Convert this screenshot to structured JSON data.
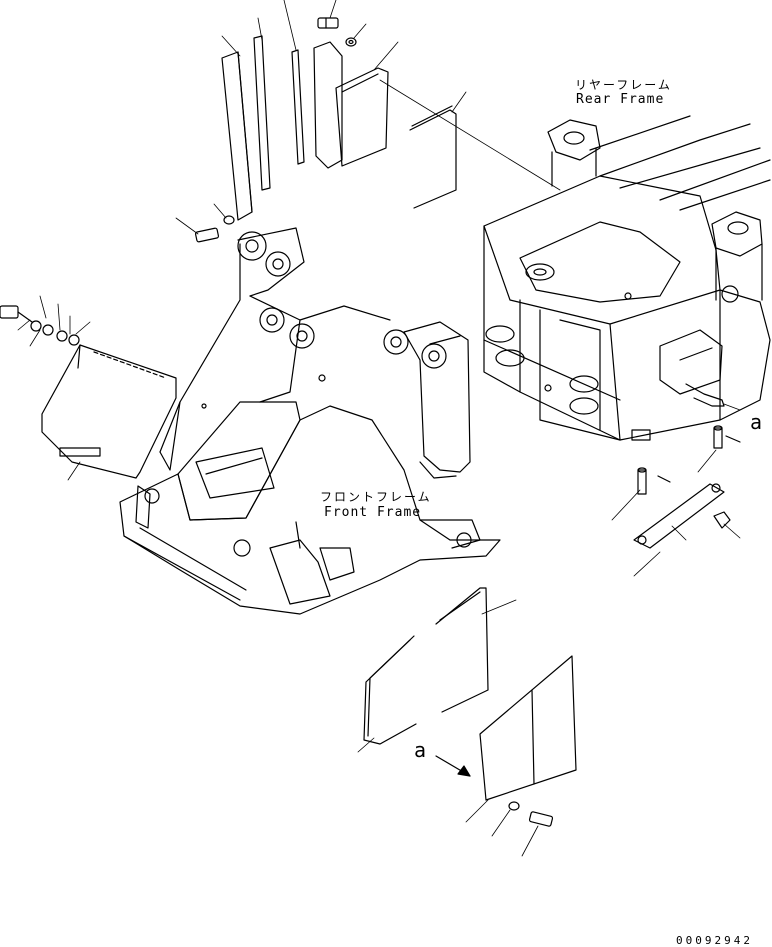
{
  "labels": {
    "rear_frame_jp": "リヤーフレーム",
    "rear_frame_en": "Rear Frame",
    "front_frame_jp": "フロントフレーム",
    "front_frame_en": "Front Frame",
    "view_ref_right": "a",
    "view_ref_lower": "a",
    "drawing_number": "00092942"
  },
  "colors": {
    "line": "#000000",
    "background": "#ffffff"
  }
}
